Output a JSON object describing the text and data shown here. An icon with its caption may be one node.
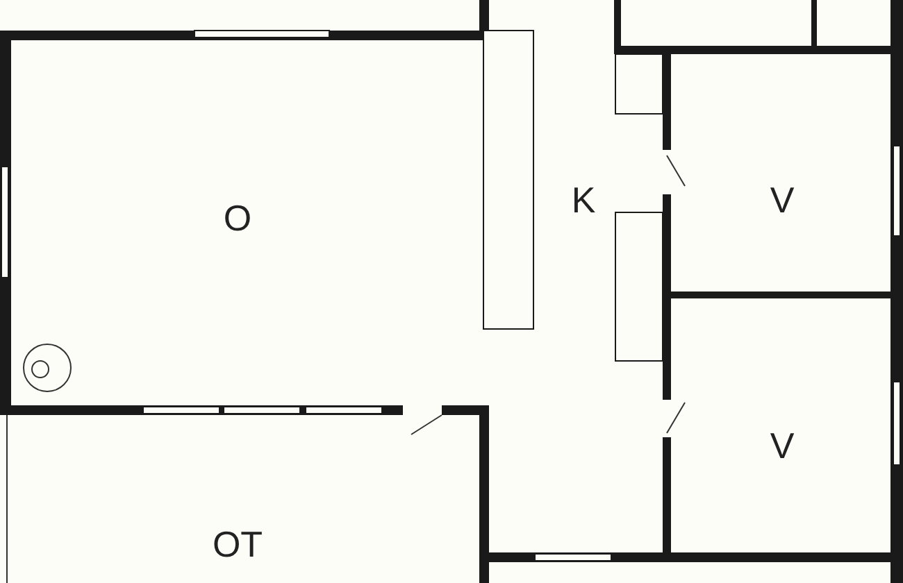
{
  "diagram": {
    "labels": [
      "O",
      "K",
      "V",
      "V",
      "OT"
    ]
  }
}
